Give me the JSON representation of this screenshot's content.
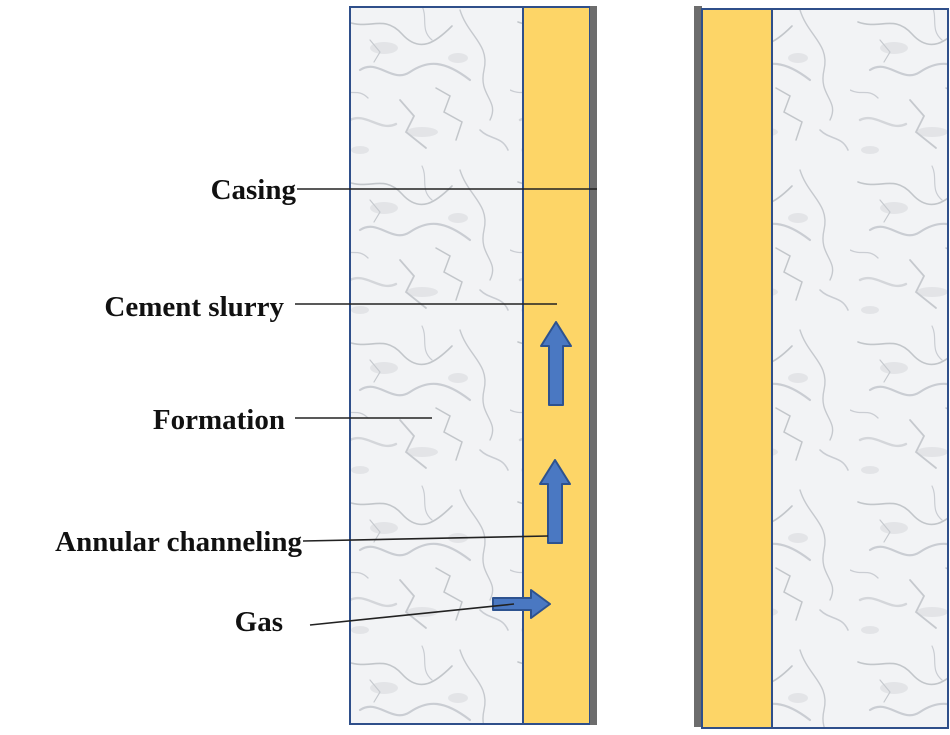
{
  "labels": {
    "casing": "Casing",
    "cement_slurry": "Cement slurry",
    "formation": "Formation",
    "annular_channeling": "Annular channeling",
    "gas": "Gas"
  },
  "colors": {
    "formation_base": "#f2f3f5",
    "formation_vein": "#9aa0a8",
    "cement": "#fdd567",
    "casing": "#6d6d6d",
    "outline": "#2f4f8a",
    "arrow_fill": "#4a78c2",
    "arrow_stroke": "#2d528f",
    "leader_line": "#222222"
  }
}
